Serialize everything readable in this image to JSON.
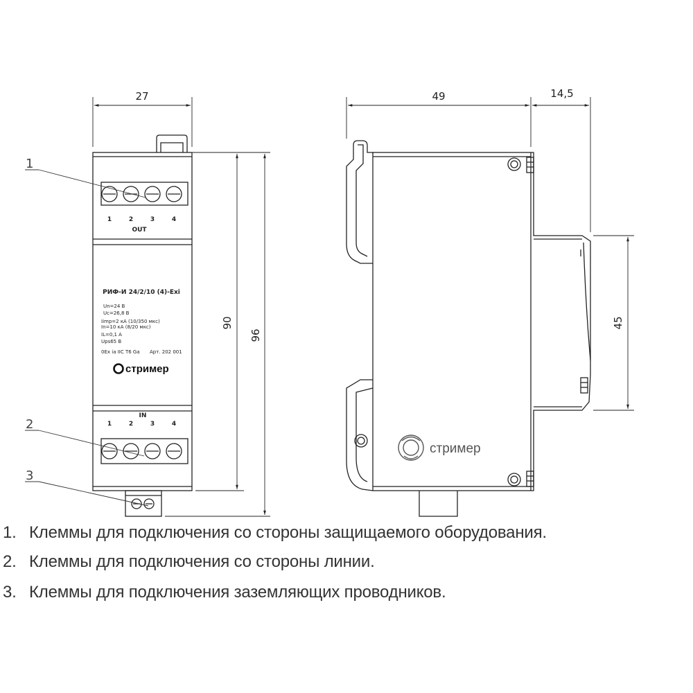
{
  "dimensions": {
    "width_front": "27",
    "width_side": "49",
    "depth_extra": "14,5",
    "height_body": "90",
    "height_total": "96",
    "rail_height": "45"
  },
  "callouts": [
    "1",
    "2",
    "3"
  ],
  "device": {
    "out_label": "OUT",
    "in_label": "IN",
    "terminal_numbers": [
      "1",
      "2",
      "3",
      "4"
    ],
    "model": "РИФ-И 24/2/10 (4)-Exi",
    "specs": [
      "Un=24 В",
      "Uc=26,8 В",
      "Iimp=2 кА (10/350 мкс)",
      "In=10 кА (8/20 мкс)",
      "IL=0,1 А",
      "Ups65 В"
    ],
    "ex_marking": "0Ex ia IIC T6 Ga",
    "article": "Арт. 202 001",
    "brand": "стример"
  },
  "legend": [
    {
      "num": "1.",
      "text": "Клеммы для подключения со стороны защищаемого оборудования."
    },
    {
      "num": "2.",
      "text": "Клеммы для подключения со стороны линии."
    },
    {
      "num": "3.",
      "text": "Клеммы для подключения заземляющих проводников."
    }
  ]
}
